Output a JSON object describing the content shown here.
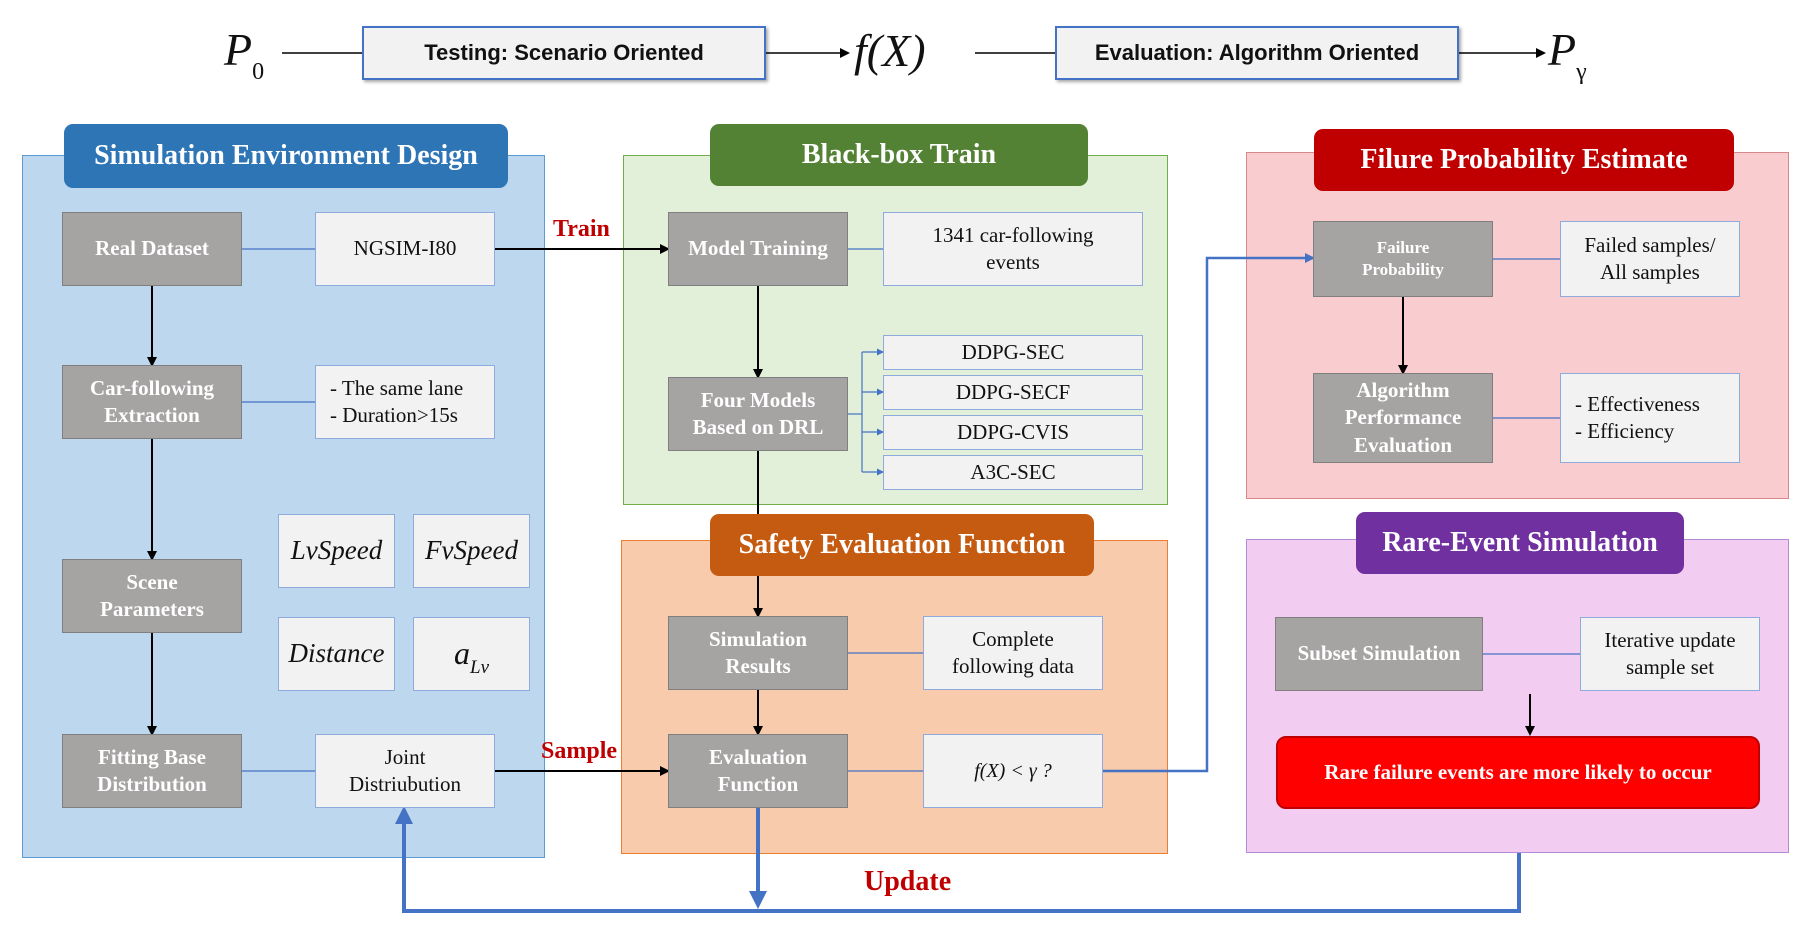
{
  "top_flow": {
    "p0": "P",
    "p0_sub": "0",
    "testing_label": "Testing: Scenario Oriented",
    "fx": "f(X)",
    "evaluation_label": "Evaluation: Algorithm Oriented",
    "pg": "P",
    "pg_sub": "γ"
  },
  "sections": {
    "sim_env": "Simulation Environment Design",
    "blackbox": "Black-box Train",
    "safety": "Safety Evaluation Function",
    "failure": "Filure Probability Estimate",
    "rare": "Rare-Event Simulation"
  },
  "sim_env": {
    "real_dataset": "Real Dataset",
    "ngsim": "NGSIM-I80",
    "car_following": "Car-following\nExtraction",
    "same_lane": "- The same lane\n- Duration>15s",
    "scene_params": "Scene\nParameters",
    "lvspeed": "LvSpeed",
    "fvspeed": "FvSpeed",
    "distance": "Distance",
    "alv": "a",
    "alv_sub": "Lv",
    "fitting": "Fitting Base\nDistribution",
    "joint": "Joint\nDistriubution"
  },
  "blackbox": {
    "model_training": "Model Training",
    "events": "1341 car-following\nevents",
    "four_models": "Four Models\nBased on DRL",
    "models": [
      "DDPG-SEC",
      "DDPG-SECF",
      "DDPG-CVIS",
      "A3C-SEC"
    ]
  },
  "safety": {
    "sim_results": "Simulation\nResults",
    "complete_data": "Complete\nfollowing data",
    "eval_function": "Evaluation\nFunction",
    "condition": "f(X) < γ  ?"
  },
  "failure": {
    "failure_prob": "Failure\nProbability",
    "ratio": "Failed samples/\nAll samples",
    "algo_eval": "Algorithm\nPerformance\nEvaluation",
    "metrics": "- Effectiveness\n- Efficiency"
  },
  "rare": {
    "subset_sim": "Subset Simulation",
    "iterative": "Iterative update\nsample set",
    "likely": "Rare failure events are more likely to occur"
  },
  "arrows": {
    "train": "Train",
    "sample": "Sample",
    "update": "Update"
  },
  "colors": {
    "sim_header": "#2e75b6",
    "blackbox_header": "#548235",
    "safety_header": "#c55a11",
    "failure_header": "#c00000",
    "rare_header": "#7030a0",
    "connector_blue": "#4472c4",
    "label_red": "#c00000"
  }
}
